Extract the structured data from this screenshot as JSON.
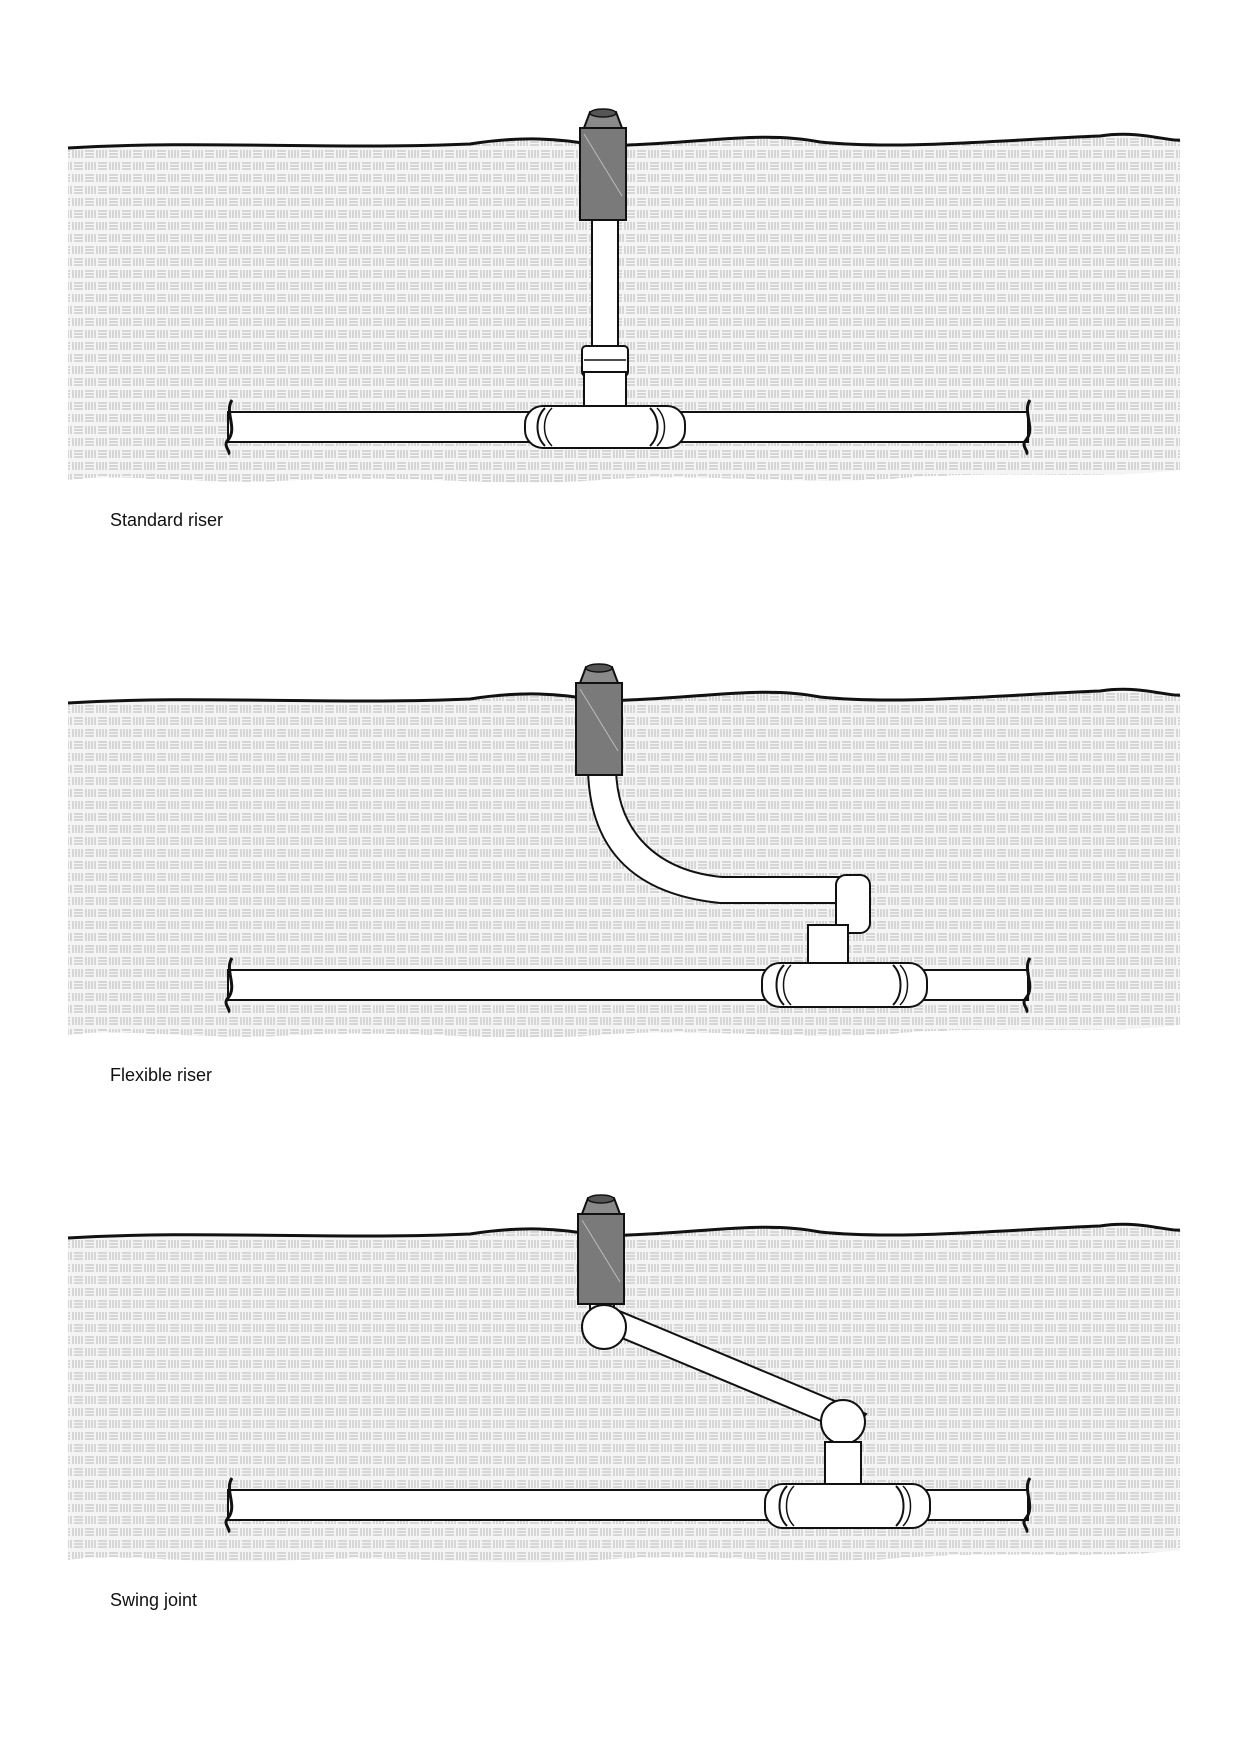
{
  "captions": {
    "standard": "Standard riser",
    "flexible": "Flexible riser",
    "swing": "Swing joint"
  },
  "colors": {
    "soil_pattern": "#bdbdbd",
    "ground_line": "#111111",
    "sprinkler_head": "#7a7a7a",
    "pipe_fill": "#ffffff",
    "outline": "#111111"
  },
  "icons": {
    "sprinkler": "sprinkler-head-icon",
    "tee": "tee-fitting-icon"
  }
}
